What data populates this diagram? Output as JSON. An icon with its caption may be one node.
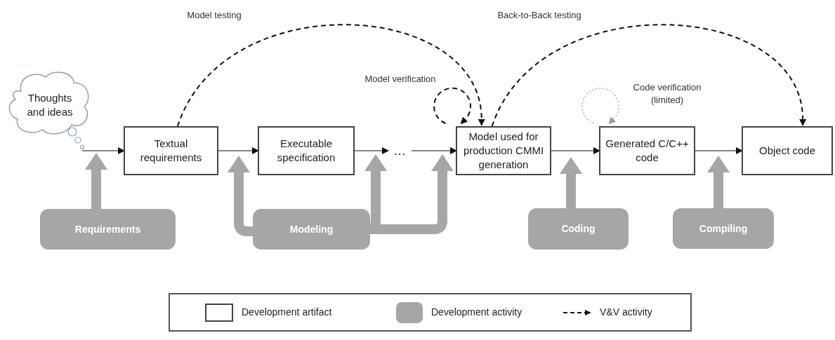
{
  "diagram": {
    "nodes": [
      {
        "text": [
          "Thoughts and ideas"
        ]
      },
      {
        "text": [
          "Textual requirements"
        ]
      },
      {
        "text": [
          "Executable specification"
        ]
      },
      {
        "text": [
          "…"
        ]
      },
      {
        "text": [
          "Model used for production CMMI generation"
        ]
      },
      {
        "text": [
          "Generated C/C++ code"
        ]
      },
      {
        "text": [
          "Object code"
        ]
      },
      {
        "text": [
          "Requirements"
        ]
      },
      {
        "text": [
          "Modeling"
        ]
      },
      {
        "text": [
          "Coding"
        ]
      },
      {
        "text": [
          "Compiling"
        ]
      }
    ],
    "edges": [
      {
        "from": 0,
        "to": 1,
        "arrow": "to"
      },
      {
        "from": 1,
        "to": 2,
        "arrow": "to"
      },
      {
        "from": 2,
        "to": 3,
        "arrow": "to"
      },
      {
        "from": 3,
        "to": 4,
        "arrow": "to"
      },
      {
        "from": 4,
        "to": 5,
        "arrow": "to"
      },
      {
        "from": 5,
        "to": 6,
        "arrow": "to"
      },
      {
        "from": 7,
        "to": 1,
        "arrow": "to",
        "style": "thick",
        "color": "#a6a6a6"
      },
      {
        "from": 8,
        "to": 1,
        "arrow": "to",
        "style": "thick",
        "color": "#a6a6a6"
      },
      {
        "from": 8,
        "to": 3,
        "arrow": "to",
        "style": "thick",
        "color": "#a6a6a6"
      },
      {
        "from": 8,
        "to": 3,
        "arrow": "to",
        "style": "thick",
        "color": "#a6a6a6"
      },
      {
        "from": 9,
        "to": 5,
        "arrow": "to",
        "style": "thick",
        "color": "#a6a6a6"
      },
      {
        "from": 10,
        "to": 6,
        "arrow": "to",
        "style": "thick",
        "color": "#a6a6a6"
      },
      {
        "from": 1,
        "to": 4,
        "arrow": "to",
        "style": "dashed",
        "label": "Model testing"
      },
      {
        "from": 4,
        "to": 4,
        "arrow": "to",
        "style": "dashed",
        "label": "Model verification"
      },
      {
        "from": 4,
        "to": 6,
        "arrow": "to",
        "style": "dashed",
        "label": "Back-to-Back testing"
      },
      {
        "from": 5,
        "to": 5,
        "arrow": "to",
        "style": "dashed",
        "color": "#9a9a9a",
        "label": "Code verification (limited)"
      }
    ],
    "legend": [
      {
        "text": "Development artifact"
      },
      {
        "text": "Development activity",
        "color": "#a6a6a6"
      },
      {
        "text": "V&V activity"
      }
    ]
  }
}
